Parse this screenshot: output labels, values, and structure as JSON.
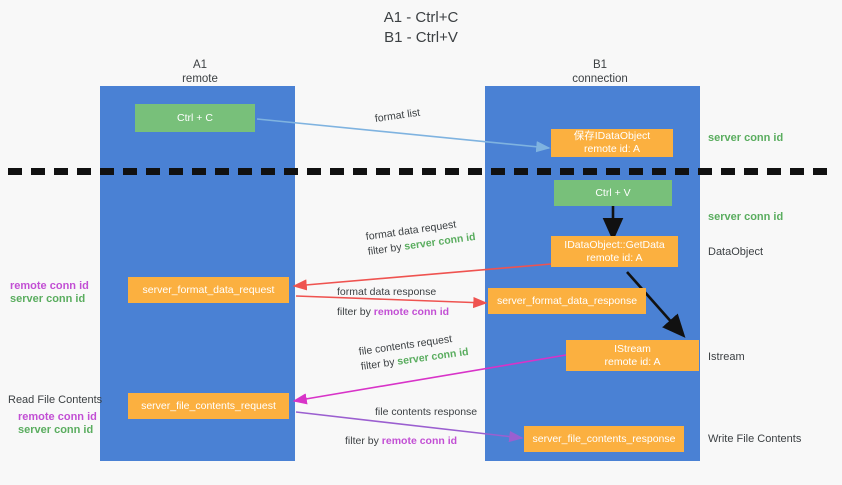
{
  "title": {
    "line1": "A1 - Ctrl+C",
    "line2": "B1 - Ctrl+V"
  },
  "columns": [
    {
      "id": "a1",
      "name": "A1",
      "subtitle": "remote"
    },
    {
      "id": "b1",
      "name": "B1",
      "subtitle": "connection"
    }
  ],
  "boxes": {
    "ctrl_c": "Ctrl + C",
    "ctrl_v": "Ctrl + V",
    "idataobject_save_line1": "保存IDataObject",
    "idataobject_save_line2": "remote id: A",
    "getdata_line1": "IDataObject::GetData",
    "getdata_line2": "remote id: A",
    "istream_line1": "IStream",
    "istream_line2": "remote id: A",
    "server_format_data_request": "server_format_data_request",
    "server_format_data_response": "server_format_data_response",
    "server_file_contents_request": "server_file_contents_request",
    "server_file_contents_response": "server_file_contents_response"
  },
  "right_labels": {
    "server_conn_id_top": "server conn id",
    "server_conn_id_mid": "server conn id",
    "dataobject": "DataObject",
    "istream": "Istream",
    "write_file_contents": "Write File Contents"
  },
  "left_labels": {
    "remote_conn_id_mid": "remote conn id",
    "server_conn_id_mid": "server conn id",
    "read_file_contents": "Read File Contents",
    "remote_conn_id_bottom": "remote conn id",
    "server_conn_id_bottom": "server conn id"
  },
  "mid_notes": {
    "format_list": "format list",
    "format_data_request": "format data request",
    "format_data_request_filter_prefix": "filter by ",
    "format_data_request_filter_key": "server conn id",
    "format_data_response": "format data response",
    "format_data_response_filter_prefix": "filter by ",
    "format_data_response_filter_key": "remote conn id",
    "file_contents_request": "file contents request",
    "file_contents_request_filter_prefix": "filter by ",
    "file_contents_request_filter_key": "server conn id",
    "file_contents_response": "file contents response",
    "file_contents_response_filter_prefix": "filter by ",
    "file_contents_response_filter_key": "remote conn id"
  },
  "colors": {
    "lane": "#4a81d4",
    "box_green": "#78c07a",
    "box_orange": "#fbb040",
    "server_conn_id": "#5aad5f",
    "remote_conn_id": "#c24fd4",
    "arrow_blue": "#7fb3e0",
    "arrow_red": "#ef5350",
    "arrow_magenta": "#d833c8",
    "arrow_purple": "#9b5fd0",
    "arrow_black": "#111111",
    "background": "#f8f8f8"
  }
}
